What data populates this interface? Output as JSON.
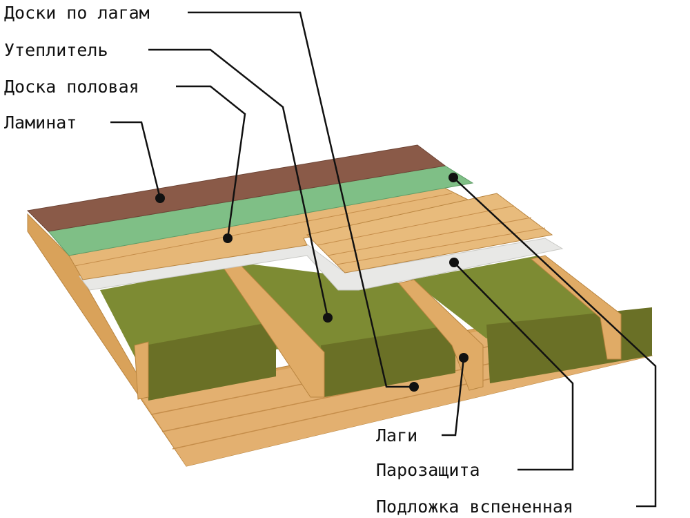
{
  "title": "Floor layers diagram",
  "labels": {
    "boards_on_joists": "Доски по лагам",
    "insulation": "Утеплитель",
    "floor_board": "Доска половая",
    "laminate": "Ламинат",
    "joists": "Лаги",
    "vapor_barrier": "Парозащита",
    "foam_underlay": "Подложка вспененная"
  },
  "colors": {
    "wood": "#e0ab66",
    "wood_dark": "#c98c45",
    "insulation": "#7d8b33",
    "insulation_front": "#6a7026",
    "laminate": "#8a5a48",
    "underlay": "#7fbf86",
    "vapor": "#e8e8e6"
  }
}
